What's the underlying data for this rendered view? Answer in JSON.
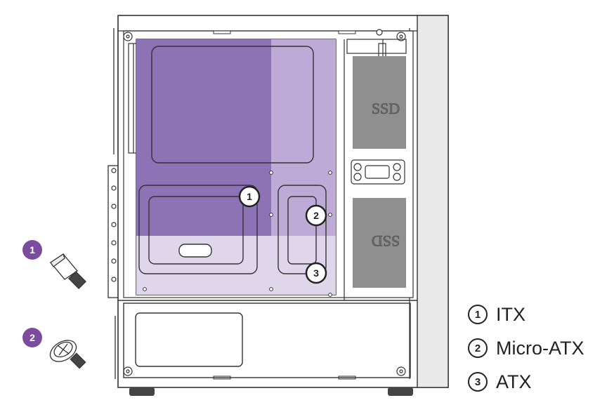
{
  "colors": {
    "itx": "#7e5fab",
    "microatx": "#b7a2d3",
    "atx": "#ddd1ea",
    "badge": "#7b4b9d",
    "line": "#333333"
  },
  "legend": [
    {
      "number": "1",
      "label": "ITX"
    },
    {
      "number": "2",
      "label": "Micro-ATX"
    },
    {
      "number": "3",
      "label": "ATX"
    }
  ],
  "case_labels": {
    "ssd_top": "SSD",
    "ssd_bottom": "SSD",
    "marker_1": "1",
    "marker_2": "2",
    "marker_3": "3"
  },
  "parts": [
    {
      "number": "1",
      "icon": "standoff-screw-icon"
    },
    {
      "number": "2",
      "icon": "phillips-screw-icon"
    }
  ]
}
